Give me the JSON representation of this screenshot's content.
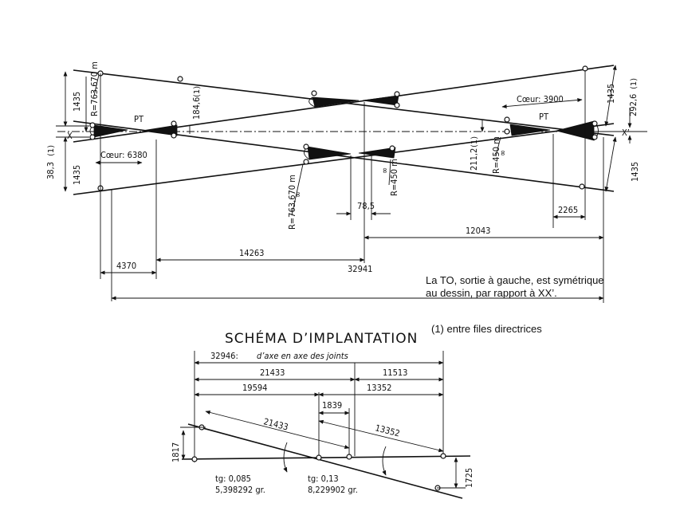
{
  "top": {
    "radius_upper_left": "R=763,670 m",
    "radius_lower_mid": "R=763,670 m",
    "radius_mid": "R=450 m",
    "radius_right": "R=450 m",
    "infinity": "∞",
    "gauge_left_top": "1435",
    "gauge_left_bottom": "1435",
    "gauge_right_top": "1435",
    "gauge_right_bottom": "1435",
    "offset_left": "38,3",
    "offset_left_note": "(1)",
    "offset_184": "184,6",
    "offset_184_note": "(1)",
    "offset_211": "211,2",
    "offset_211_note": "(1)",
    "offset_292": "292,6",
    "offset_292_note": "(1)",
    "pt_left": "PT",
    "pt_right": "PT",
    "axis_x": "X",
    "axis_x_prime": "X’",
    "coeur_left": "Cœur: 6380",
    "coeur_right": "Cœur: 3900",
    "dim_785": "78,5",
    "dim_2265": "2265",
    "dim_12043": "12043",
    "dim_14263": "14263",
    "dim_4370": "4370",
    "dim_32941": "32941"
  },
  "notes": {
    "symmetry_line1": "La TO, sortie à gauche, est symétrique",
    "symmetry_line2": "au dessin, par rapport à XX’.",
    "footnote": "(1) entre files directrices"
  },
  "schema": {
    "title": "SCHÉMA D’IMPLANTATION",
    "dim_total": "32946:",
    "dim_total_text": "d’axe en axe des joints",
    "dim_21433_top": "21433",
    "dim_11513": "11513",
    "dim_19594": "19594",
    "dim_13352_top": "13352",
    "dim_1839": "1839",
    "dim_21433_diag": "21433",
    "dim_13352_diag": "13352",
    "dim_1817": "1817",
    "dim_1725": "1725",
    "tg_left": "tg: 0,085",
    "gr_left": "5,398292 gr.",
    "tg_right": "tg: 0,13",
    "gr_right": "8,229902 gr."
  }
}
